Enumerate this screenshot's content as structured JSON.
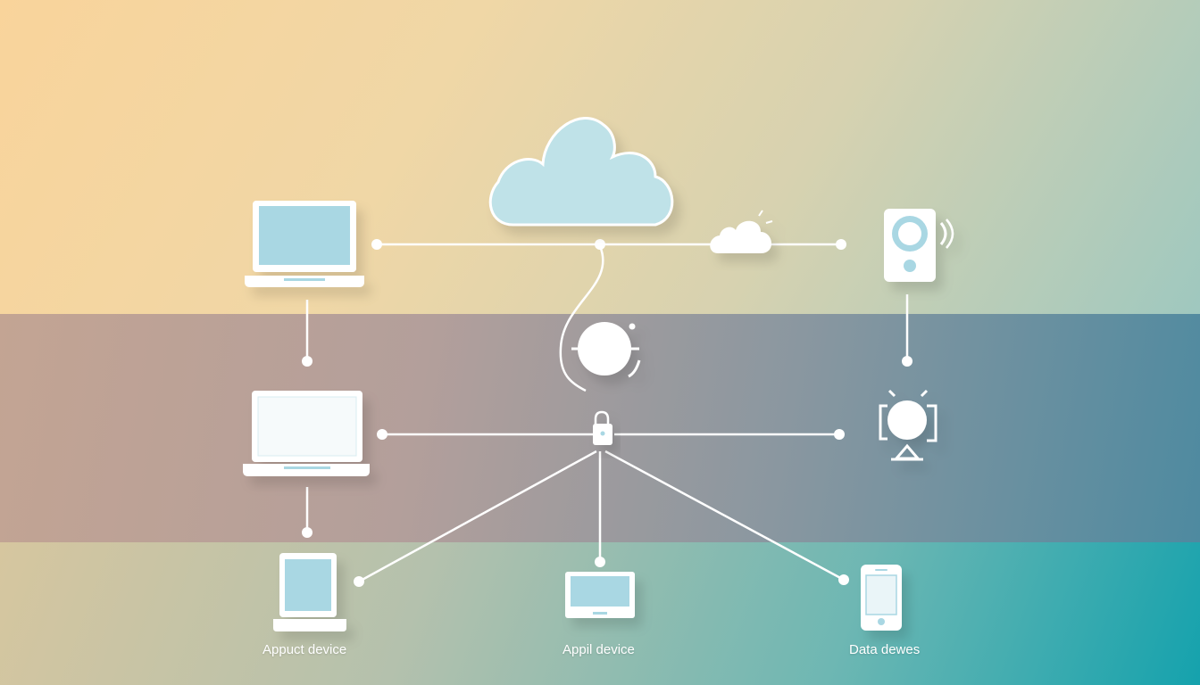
{
  "labels": {
    "left": "Appuct device",
    "center": "Appil device",
    "right": "Data dewes"
  },
  "icons": [
    "cloud-icon",
    "small-cloud-icon",
    "laptop-icon",
    "camera-speaker-icon",
    "hub-globe-icon",
    "lock-icon",
    "webcam-icon",
    "tablet-icon",
    "monitor-icon",
    "smartphone-icon"
  ],
  "colors": {
    "line": "#ffffff",
    "screen_fill": "#a9d7e3",
    "cloud_fill": "#bfe2e8"
  }
}
